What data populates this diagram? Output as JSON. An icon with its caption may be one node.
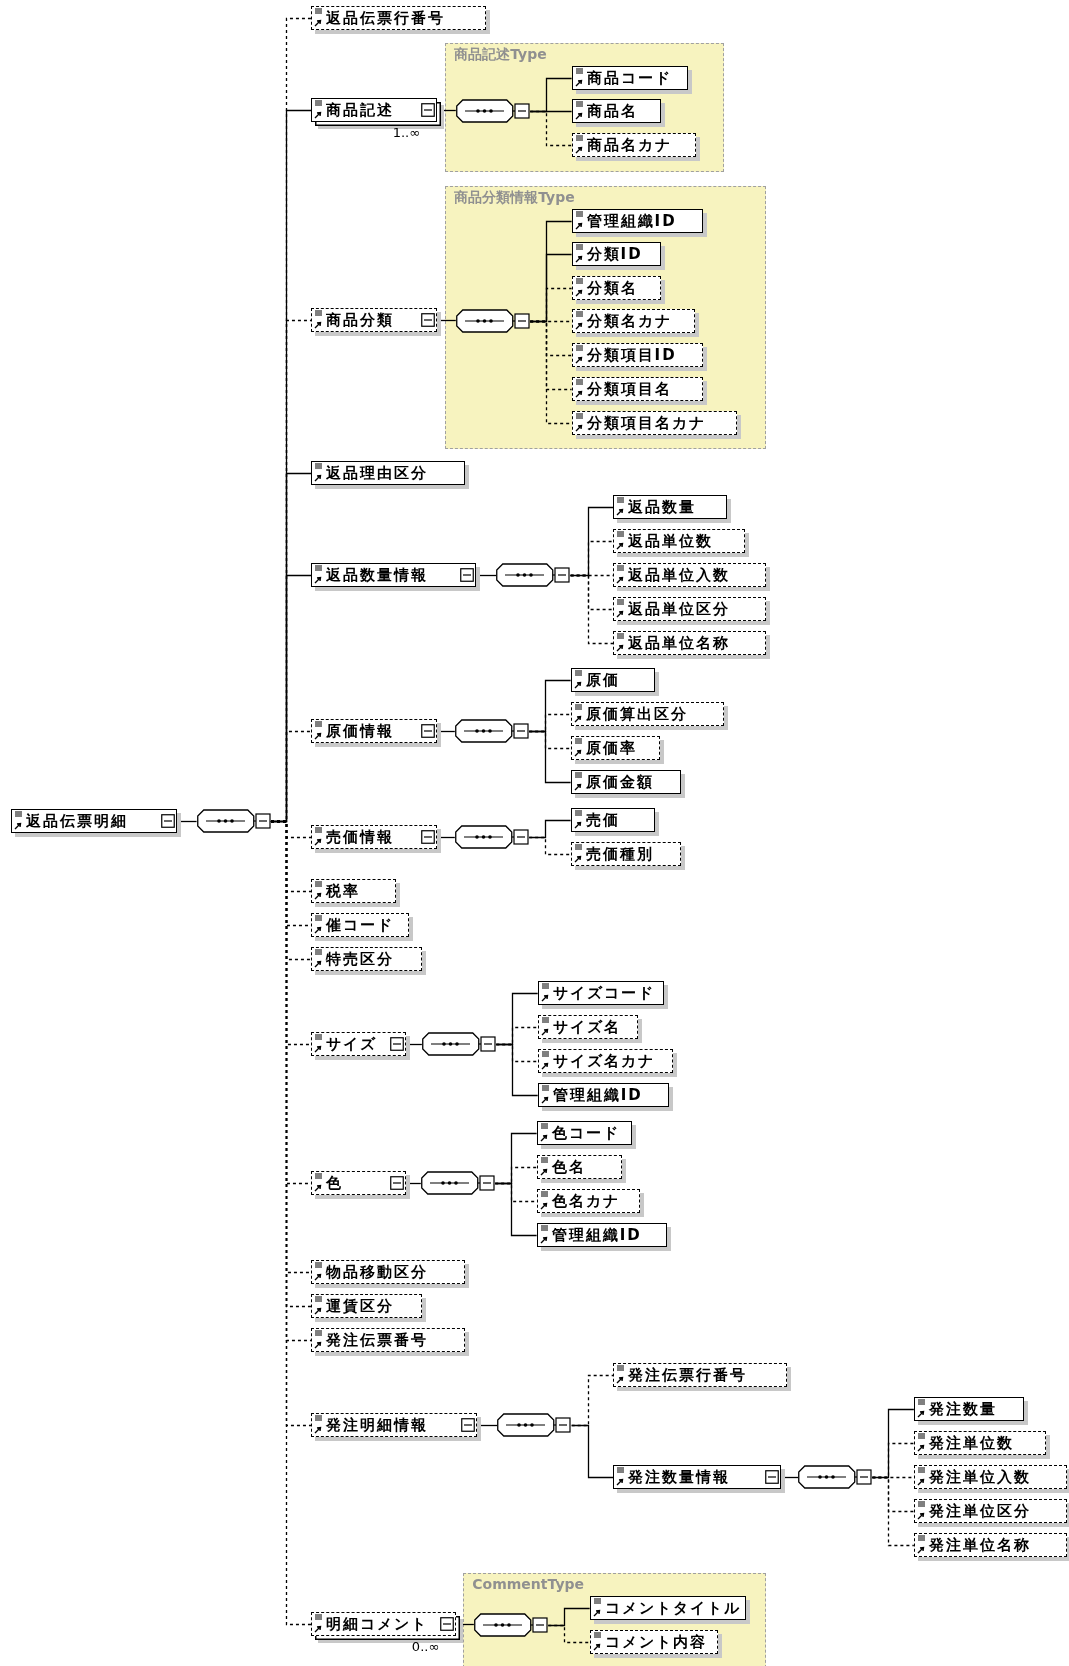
{
  "diagram": {
    "nodes": [
      {
        "text": [
          "返品伝票明細"
        ]
      },
      {
        "text": [],
        "shape": "octagon"
      },
      {
        "text": [
          "返品伝票行番号"
        ]
      },
      {
        "text": [
          "商品記述"
        ],
        "beside": [
          "1..∞"
        ]
      },
      {
        "text": [
          "商品記述Type"
        ]
      },
      {
        "text": [],
        "shape": "octagon",
        "in": 4
      },
      {
        "text": [
          "商品コード"
        ],
        "in": 4
      },
      {
        "text": [
          "商品名"
        ],
        "in": 4
      },
      {
        "text": [
          "商品名カナ"
        ],
        "in": 4
      },
      {
        "text": [
          "商品分類"
        ]
      },
      {
        "text": [
          "商品分類情報Type"
        ]
      },
      {
        "text": [],
        "shape": "octagon",
        "in": 10
      },
      {
        "text": [
          "管理組織ID"
        ],
        "in": 10
      },
      {
        "text": [
          "分類ID"
        ],
        "in": 10
      },
      {
        "text": [
          "分類名"
        ],
        "in": 10
      },
      {
        "text": [
          "分類名カナ"
        ],
        "in": 10
      },
      {
        "text": [
          "分類項目ID"
        ],
        "in": 10
      },
      {
        "text": [
          "分類項目名"
        ],
        "in": 10
      },
      {
        "text": [
          "分類項目名カナ"
        ],
        "in": 10
      },
      {
        "text": [
          "返品理由区分"
        ]
      },
      {
        "text": [
          "返品数量情報"
        ]
      },
      {
        "text": [],
        "shape": "octagon"
      },
      {
        "text": [
          "返品数量"
        ]
      },
      {
        "text": [
          "返品単位数"
        ]
      },
      {
        "text": [
          "返品単位入数"
        ]
      },
      {
        "text": [
          "返品単位区分"
        ]
      },
      {
        "text": [
          "返品単位名称"
        ]
      },
      {
        "text": [
          "原価情報"
        ]
      },
      {
        "text": [],
        "shape": "octagon"
      },
      {
        "text": [
          "原価"
        ]
      },
      {
        "text": [
          "原価算出区分"
        ]
      },
      {
        "text": [
          "原価率"
        ]
      },
      {
        "text": [
          "原価金額"
        ]
      },
      {
        "text": [
          "売価情報"
        ]
      },
      {
        "text": [],
        "shape": "octagon"
      },
      {
        "text": [
          "売価"
        ]
      },
      {
        "text": [
          "売価種別"
        ]
      },
      {
        "text": [
          "税率"
        ]
      },
      {
        "text": [
          "催コード"
        ]
      },
      {
        "text": [
          "特売区分"
        ]
      },
      {
        "text": [
          "サイズ"
        ]
      },
      {
        "text": [],
        "shape": "octagon"
      },
      {
        "text": [
          "サイズコード"
        ]
      },
      {
        "text": [
          "サイズ名"
        ]
      },
      {
        "text": [
          "サイズ名カナ"
        ]
      },
      {
        "text": [
          "管理組織ID"
        ]
      },
      {
        "text": [
          "色"
        ]
      },
      {
        "text": [],
        "shape": "octagon"
      },
      {
        "text": [
          "色コード"
        ]
      },
      {
        "text": [
          "色名"
        ]
      },
      {
        "text": [
          "色名カナ"
        ]
      },
      {
        "text": [
          "管理組織ID"
        ]
      },
      {
        "text": [
          "物品移動区分"
        ]
      },
      {
        "text": [
          "運賃区分"
        ]
      },
      {
        "text": [
          "発注伝票番号"
        ]
      },
      {
        "text": [
          "発注明細情報"
        ]
      },
      {
        "text": [],
        "shape": "octagon"
      },
      {
        "text": [
          "発注伝票行番号"
        ]
      },
      {
        "text": [
          "発注数量情報"
        ]
      },
      {
        "text": [],
        "shape": "octagon"
      },
      {
        "text": [
          "発注数量"
        ]
      },
      {
        "text": [
          "発注単位数"
        ]
      },
      {
        "text": [
          "発注単位入数"
        ]
      },
      {
        "text": [
          "発注単位区分"
        ]
      },
      {
        "text": [
          "発注単位名称"
        ]
      },
      {
        "text": [
          "明細コメント"
        ],
        "beside": [
          "0..∞"
        ]
      },
      {
        "text": [
          "CommentType"
        ]
      },
      {
        "text": [],
        "shape": "octagon",
        "in": 66
      },
      {
        "text": [
          "コメントタイトル"
        ],
        "in": 66
      },
      {
        "text": [
          "コメント内容"
        ],
        "in": 66
      }
    ],
    "edges": [
      {
        "from": 0,
        "to": 1,
        "arrow": "none"
      },
      {
        "from": 1,
        "to": 2,
        "arrow": "none",
        "style": "dashed"
      },
      {
        "from": 1,
        "to": 3,
        "arrow": "none"
      },
      {
        "from": 1,
        "to": 9,
        "arrow": "none",
        "style": "dashed"
      },
      {
        "from": 1,
        "to": 19,
        "arrow": "none"
      },
      {
        "from": 1,
        "to": 20,
        "arrow": "none"
      },
      {
        "from": 1,
        "to": 27,
        "arrow": "none",
        "style": "dashed"
      },
      {
        "from": 1,
        "to": 33,
        "arrow": "none",
        "style": "dashed"
      },
      {
        "from": 1,
        "to": 37,
        "arrow": "none",
        "style": "dashed"
      },
      {
        "from": 1,
        "to": 38,
        "arrow": "none",
        "style": "dashed"
      },
      {
        "from": 1,
        "to": 39,
        "arrow": "none",
        "style": "dashed"
      },
      {
        "from": 1,
        "to": 40,
        "arrow": "none",
        "style": "dashed"
      },
      {
        "from": 1,
        "to": 46,
        "arrow": "none",
        "style": "dashed"
      },
      {
        "from": 1,
        "to": 52,
        "arrow": "none",
        "style": "dashed"
      },
      {
        "from": 1,
        "to": 53,
        "arrow": "none",
        "style": "dashed"
      },
      {
        "from": 1,
        "to": 54,
        "arrow": "none",
        "style": "dashed"
      },
      {
        "from": 1,
        "to": 55,
        "arrow": "none",
        "style": "dashed"
      },
      {
        "from": 1,
        "to": 65,
        "arrow": "none",
        "style": "dashed"
      },
      {
        "from": 3,
        "to": 5,
        "arrow": "none"
      },
      {
        "from": 5,
        "to": 6,
        "arrow": "none"
      },
      {
        "from": 5,
        "to": 7,
        "arrow": "none"
      },
      {
        "from": 5,
        "to": 8,
        "arrow": "none",
        "style": "dashed"
      },
      {
        "from": 9,
        "to": 11,
        "arrow": "none"
      },
      {
        "from": 11,
        "to": 12,
        "arrow": "none"
      },
      {
        "from": 11,
        "to": 13,
        "arrow": "none"
      },
      {
        "from": 11,
        "to": 14,
        "arrow": "none",
        "style": "dashed"
      },
      {
        "from": 11,
        "to": 15,
        "arrow": "none",
        "style": "dashed"
      },
      {
        "from": 11,
        "to": 16,
        "arrow": "none",
        "style": "dashed"
      },
      {
        "from": 11,
        "to": 17,
        "arrow": "none",
        "style": "dashed"
      },
      {
        "from": 11,
        "to": 18,
        "arrow": "none",
        "style": "dashed"
      },
      {
        "from": 20,
        "to": 21,
        "arrow": "none"
      },
      {
        "from": 21,
        "to": 22,
        "arrow": "none"
      },
      {
        "from": 21,
        "to": 23,
        "arrow": "none",
        "style": "dashed"
      },
      {
        "from": 21,
        "to": 24,
        "arrow": "none",
        "style": "dashed"
      },
      {
        "from": 21,
        "to": 25,
        "arrow": "none",
        "style": "dashed"
      },
      {
        "from": 21,
        "to": 26,
        "arrow": "none",
        "style": "dashed"
      },
      {
        "from": 27,
        "to": 28,
        "arrow": "none"
      },
      {
        "from": 28,
        "to": 29,
        "arrow": "none"
      },
      {
        "from": 28,
        "to": 30,
        "arrow": "none",
        "style": "dashed"
      },
      {
        "from": 28,
        "to": 31,
        "arrow": "none",
        "style": "dashed"
      },
      {
        "from": 28,
        "to": 32,
        "arrow": "none"
      },
      {
        "from": 33,
        "to": 34,
        "arrow": "none"
      },
      {
        "from": 34,
        "to": 35,
        "arrow": "none"
      },
      {
        "from": 34,
        "to": 36,
        "arrow": "none",
        "style": "dashed"
      },
      {
        "from": 40,
        "to": 41,
        "arrow": "none"
      },
      {
        "from": 41,
        "to": 42,
        "arrow": "none"
      },
      {
        "from": 41,
        "to": 43,
        "arrow": "none",
        "style": "dashed"
      },
      {
        "from": 41,
        "to": 44,
        "arrow": "none",
        "style": "dashed"
      },
      {
        "from": 41,
        "to": 45,
        "arrow": "none"
      },
      {
        "from": 46,
        "to": 47,
        "arrow": "none"
      },
      {
        "from": 47,
        "to": 48,
        "arrow": "none"
      },
      {
        "from": 47,
        "to": 49,
        "arrow": "none",
        "style": "dashed"
      },
      {
        "from": 47,
        "to": 50,
        "arrow": "none",
        "style": "dashed"
      },
      {
        "from": 47,
        "to": 51,
        "arrow": "none"
      },
      {
        "from": 55,
        "to": 56,
        "arrow": "none"
      },
      {
        "from": 56,
        "to": 57,
        "arrow": "none",
        "style": "dashed"
      },
      {
        "from": 56,
        "to": 58,
        "arrow": "none"
      },
      {
        "from": 58,
        "to": 59,
        "arrow": "none"
      },
      {
        "from": 59,
        "to": 60,
        "arrow": "none"
      },
      {
        "from": 59,
        "to": 61,
        "arrow": "none",
        "style": "dashed"
      },
      {
        "from": 59,
        "to": 62,
        "arrow": "none",
        "style": "dashed"
      },
      {
        "from": 59,
        "to": 63,
        "arrow": "none",
        "style": "dashed"
      },
      {
        "from": 59,
        "to": 64,
        "arrow": "none",
        "style": "dashed"
      },
      {
        "from": 65,
        "to": 67,
        "arrow": "none"
      },
      {
        "from": 67,
        "to": 68,
        "arrow": "none"
      },
      {
        "from": 67,
        "to": 69,
        "arrow": "none",
        "style": "dashed"
      }
    ]
  }
}
